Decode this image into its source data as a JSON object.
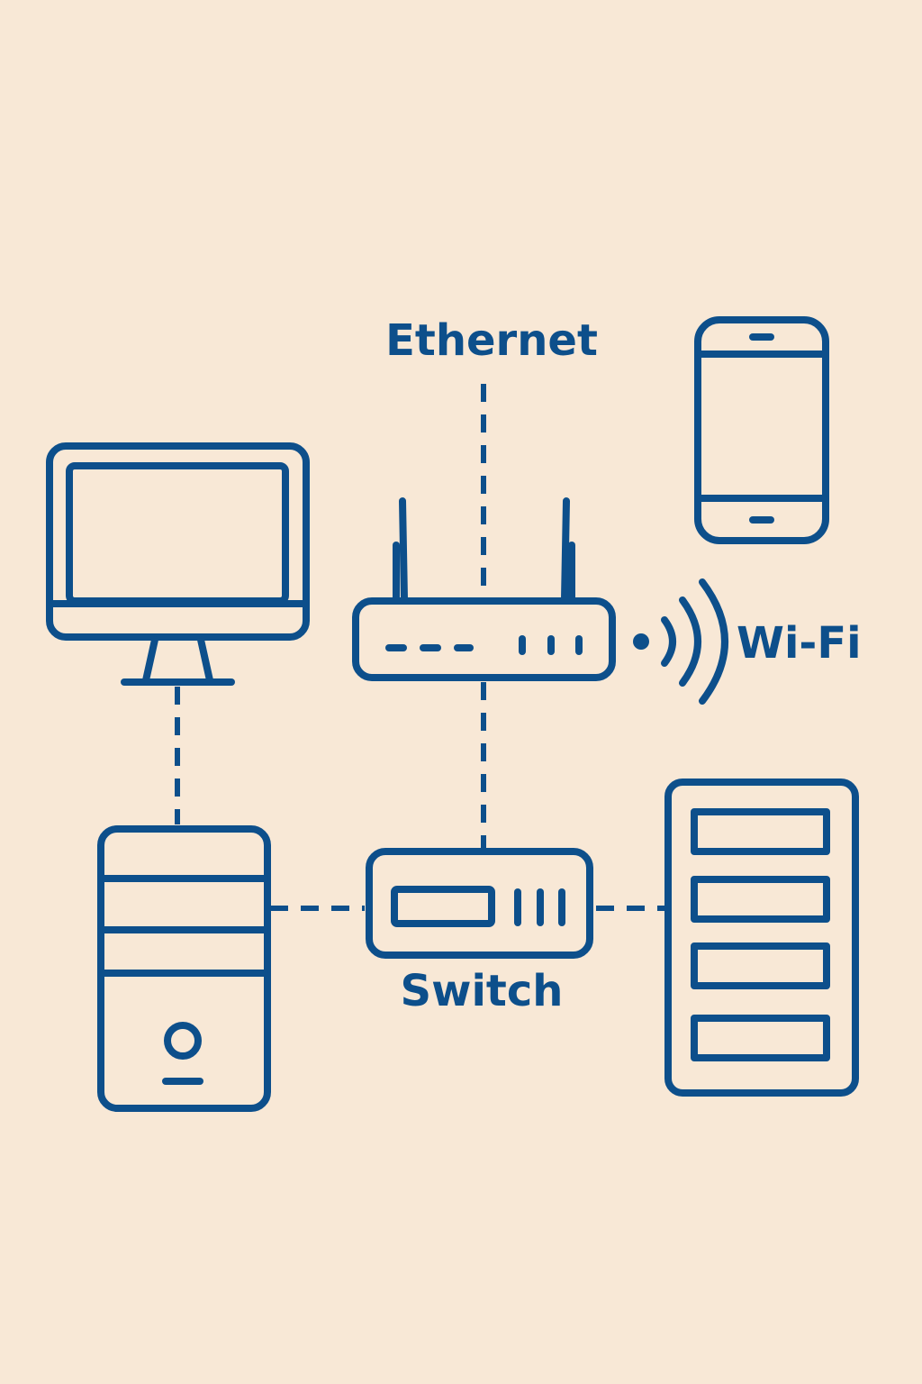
{
  "colors": {
    "background": "#f8e8d6",
    "stroke": "#0d4f8b"
  },
  "labels": {
    "ethernet": "Ethernet",
    "wifi": "Wi-Fi",
    "switch": "Switch"
  },
  "devices": [
    "monitor-icon",
    "router-icon",
    "smartphone-icon",
    "desktop-tower-icon",
    "network-switch-icon",
    "server-rack-icon",
    "wifi-signal-icon"
  ]
}
